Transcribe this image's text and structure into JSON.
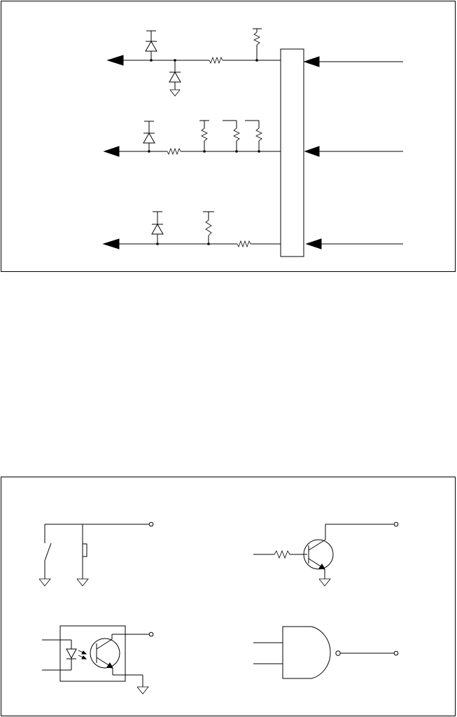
{
  "diagram": {
    "top_panel": {
      "channels": [
        {
          "id": "channel-1"
        },
        {
          "id": "channel-2"
        },
        {
          "id": "channel-3"
        }
      ]
    },
    "bottom_panel": {
      "circuits": [
        {
          "id": "switch-contacts"
        },
        {
          "id": "open-collector-transistor"
        },
        {
          "id": "optocoupler"
        },
        {
          "id": "nand-gate-output"
        }
      ]
    }
  }
}
